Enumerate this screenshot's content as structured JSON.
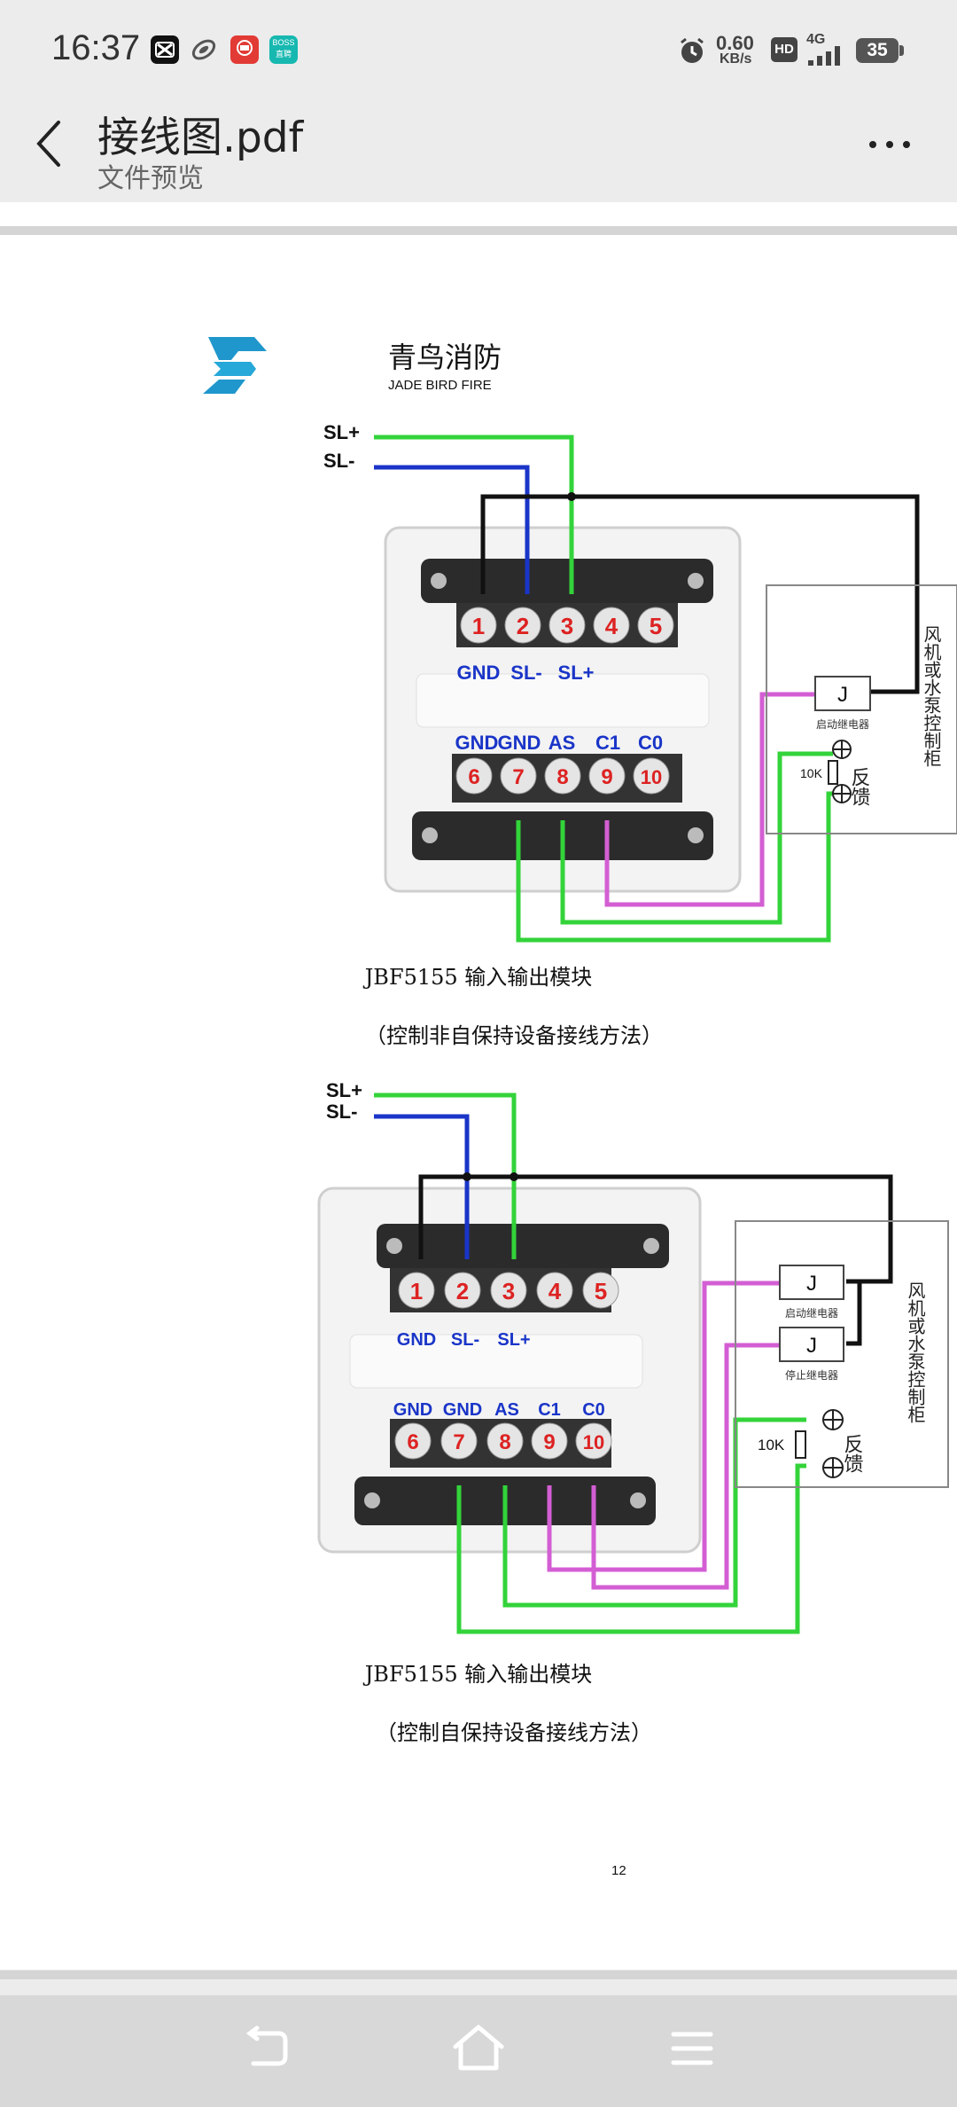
{
  "status_bar": {
    "time": "16:37",
    "net_speed_value": "0.60",
    "net_speed_unit": "KB/s",
    "hd_badge": "HD",
    "network_type": "4G",
    "battery_level": "35",
    "app_icons": [
      "capcut-icon",
      "link-icon",
      "red-app-icon",
      "boss-app-icon"
    ],
    "boss_label_top": "BOSS",
    "boss_label_bottom": "直聘"
  },
  "header": {
    "title": "接线图.pdf",
    "subtitle": "文件预览",
    "back_icon": "chevron-left-icon",
    "more_icon": "more-icon"
  },
  "document": {
    "logo": {
      "icon": "jade-bird-logo-icon",
      "brand": "青鸟消防",
      "brand_en": "JADE BIRD FIRE"
    },
    "diagram1": {
      "bus_labels": [
        "SL+",
        "SL-"
      ],
      "top_terminal_numbers": [
        "1",
        "2",
        "3",
        "4",
        "5"
      ],
      "top_terminal_labels": [
        "GND",
        "SL-",
        "SL+"
      ],
      "bottom_terminal_labels": [
        "GND",
        "GND",
        "AS",
        "C1",
        "C0"
      ],
      "bottom_terminal_numbers": [
        "6",
        "7",
        "8",
        "9",
        "10"
      ],
      "relay_label": "J",
      "relay_caption": "启动继电器",
      "resistor_label": "10K",
      "feedback_label": "反馈",
      "cabinet_label": "风机或水泵控制柜",
      "caption_title": "JBF5155 输入输出模块",
      "caption_sub": "（控制非自保持设备接线方法）"
    },
    "diagram2": {
      "bus_labels": [
        "SL+",
        "SL-"
      ],
      "top_terminal_numbers": [
        "1",
        "2",
        "3",
        "4",
        "5"
      ],
      "top_terminal_labels": [
        "GND",
        "SL-",
        "SL+"
      ],
      "bottom_terminal_labels": [
        "GND",
        "GND",
        "AS",
        "C1",
        "C0"
      ],
      "bottom_terminal_numbers": [
        "6",
        "7",
        "8",
        "9",
        "10"
      ],
      "relay_label": "J",
      "relay1_caption": "启动继电器",
      "relay2_caption": "停止继电器",
      "resistor_label": "10K",
      "feedback_label": "反馈",
      "cabinet_label": "风机或水泵控制柜",
      "caption_title": "JBF5155 输入输出模块",
      "caption_sub": "（控制自保持设备接线方法）"
    },
    "page_number": "12"
  },
  "nav_bar": {
    "back_icon": "nav-back-icon",
    "home_icon": "nav-home-icon",
    "menu_icon": "nav-menu-icon"
  }
}
